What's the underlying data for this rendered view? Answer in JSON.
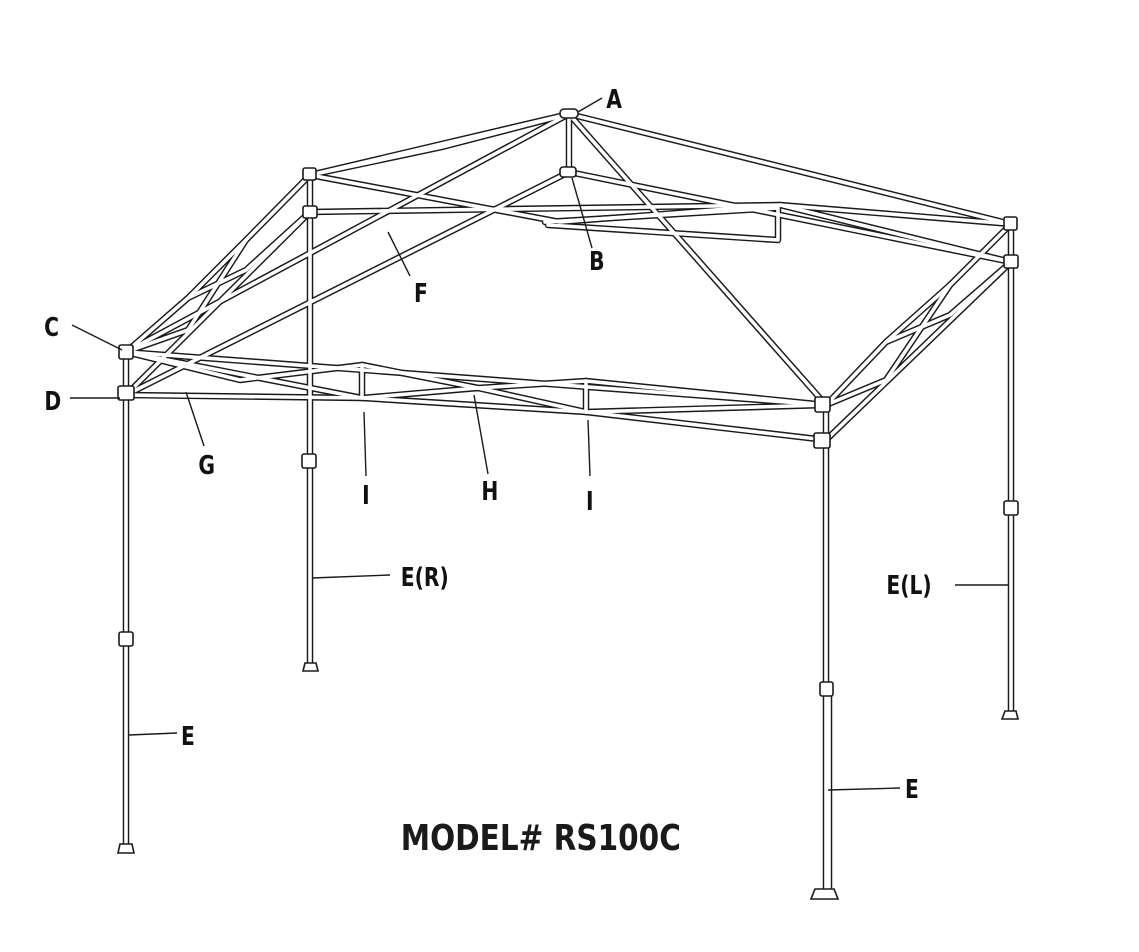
{
  "title": "",
  "model_label": "MODEL# RS100C",
  "labels": {
    "a": "A",
    "b": "B",
    "c": "C",
    "d": "D",
    "e_front_left": "E",
    "e_front_right": "E",
    "e_r": "E(R)",
    "e_l": "E(L)",
    "f": "F",
    "g": "G",
    "h": "H",
    "i_left": "I",
    "i_right": "I"
  },
  "line_color": "#1a1a1a",
  "background": "#ffffff"
}
